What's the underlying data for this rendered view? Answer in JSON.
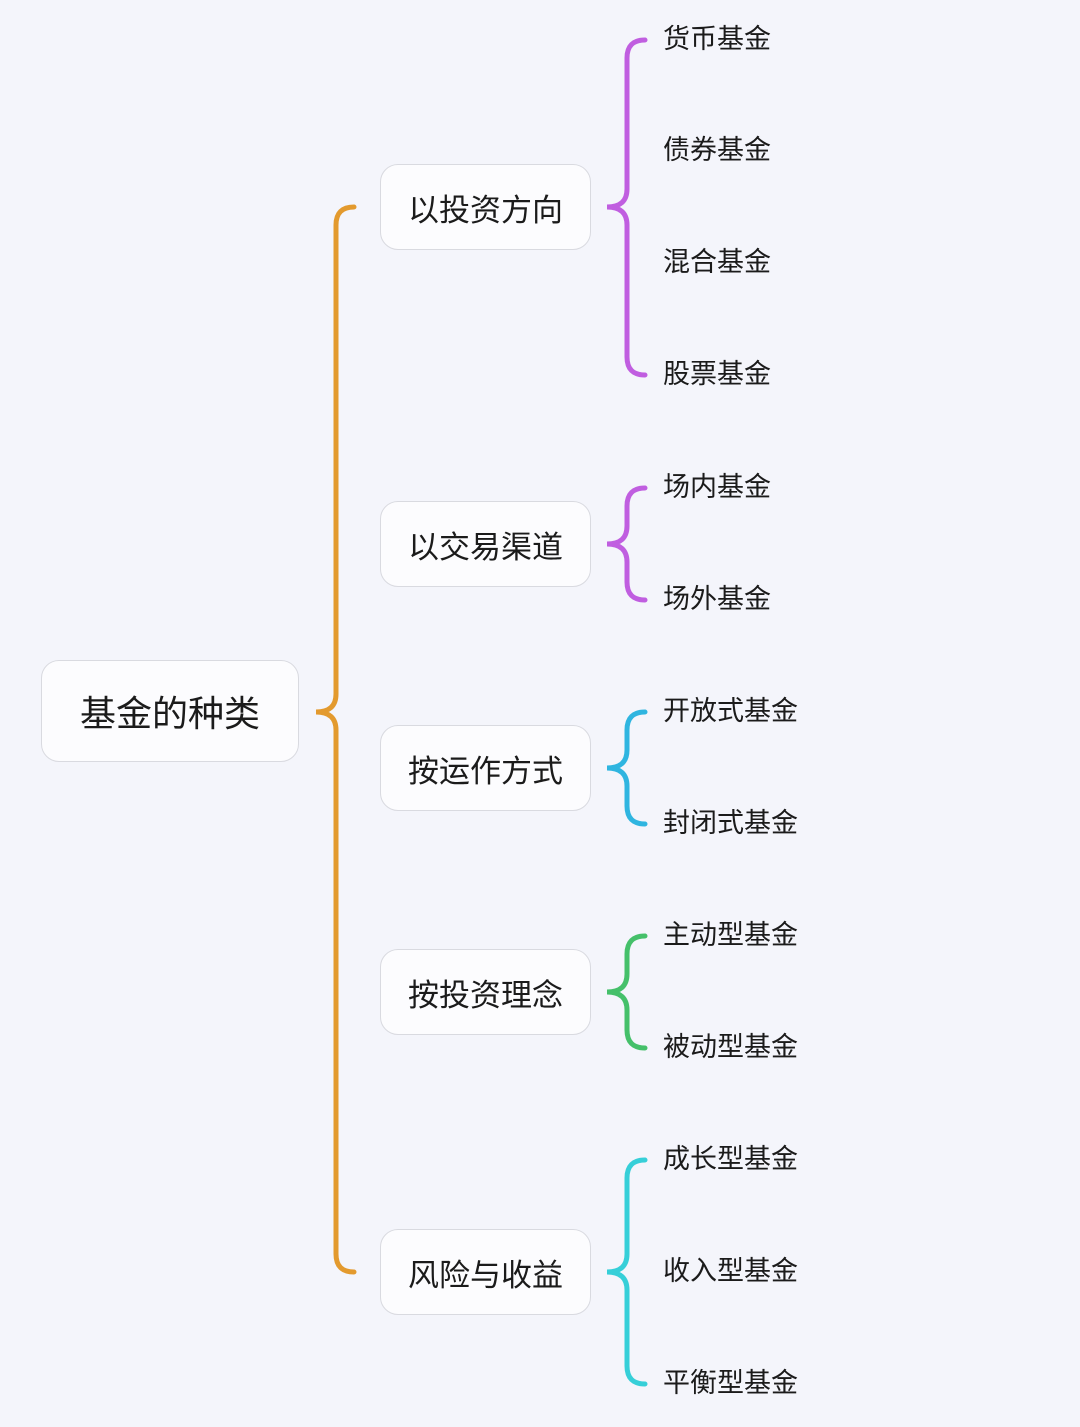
{
  "root": {
    "label": "基金的种类",
    "color": "#e39a2e"
  },
  "categories": [
    {
      "label": "以投资方向",
      "color": "#c05ee0",
      "items": [
        "货币基金",
        "债券基金",
        "混合基金",
        "股票基金"
      ]
    },
    {
      "label": "以交易渠道",
      "color": "#c05ee0",
      "items": [
        "场内基金",
        "场外基金"
      ]
    },
    {
      "label": "按运作方式",
      "color": "#2fb5e0",
      "items": [
        "开放式基金",
        "封闭式基金"
      ]
    },
    {
      "label": "按投资理念",
      "color": "#45c06a",
      "items": [
        "主动型基金",
        "被动型基金"
      ]
    },
    {
      "label": "风险与收益",
      "color": "#36cfd8",
      "items": [
        "成长型基金",
        "收入型基金",
        "平衡型基金"
      ]
    }
  ]
}
